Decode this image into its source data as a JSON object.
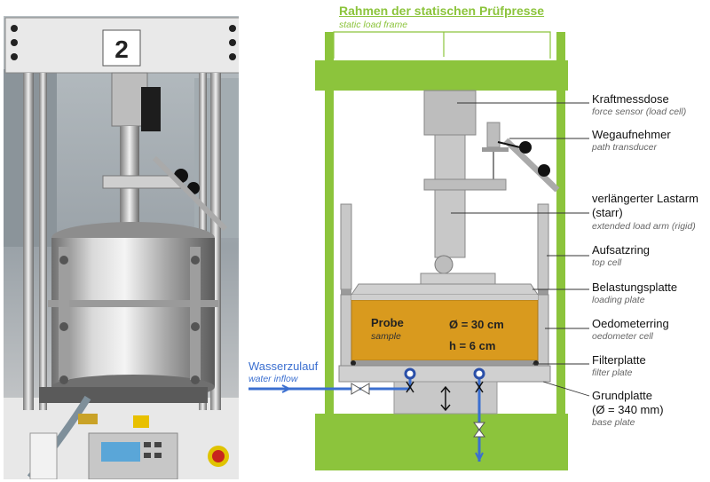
{
  "photo": {
    "station_number": "2"
  },
  "frame": {
    "title_de": "Rahmen der statischen Prüfpresse",
    "title_en": "static load frame"
  },
  "labels": {
    "load_cell": {
      "de": "Kraftmessdose",
      "en": "force sensor (load cell)"
    },
    "transducer": {
      "de": "Wegaufnehmer",
      "en": "path transducer"
    },
    "load_arm": {
      "de1": "verlängerter Lastarm",
      "de2": "(starr)",
      "en": "extended load arm (rigid)"
    },
    "top_cell": {
      "de": "Aufsatzring",
      "en": "top cell"
    },
    "loading_plate": {
      "de": "Belastungsplatte",
      "en": "loading plate"
    },
    "oedometer": {
      "de": "Oedometerring",
      "en": "oedometer cell"
    },
    "filter": {
      "de": "Filterplatte",
      "en": "filter plate"
    },
    "base": {
      "de1": "Grundplatte",
      "de2": "(Ø = 340 mm)",
      "en": "base plate"
    }
  },
  "sample": {
    "title": "Probe",
    "subtitle": "sample",
    "diameter": "Ø = 30 cm",
    "height": "h = 6 cm"
  },
  "water": {
    "de": "Wasserzulauf",
    "en": "water inflow"
  },
  "colors": {
    "frame_green": "#8cc43c",
    "sample_orange": "#d99a1e",
    "water_blue": "#3b6fd0",
    "steel_gray": "#c8c8c8"
  }
}
